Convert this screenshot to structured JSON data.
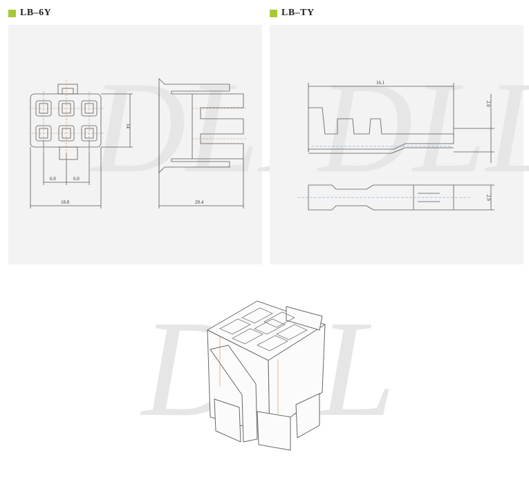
{
  "titles": {
    "left": "LB–6Y",
    "right": "LB–TY"
  },
  "accent_color": "#a6c93a",
  "watermark": "DLL",
  "housing_dims": {
    "height": "14",
    "pitch_a": "6.0",
    "pitch_b": "6.0",
    "width": "18.8",
    "depth": "20.4"
  },
  "terminal_dims": {
    "length": "16.1",
    "height": "2.0",
    "width": "2.9"
  }
}
